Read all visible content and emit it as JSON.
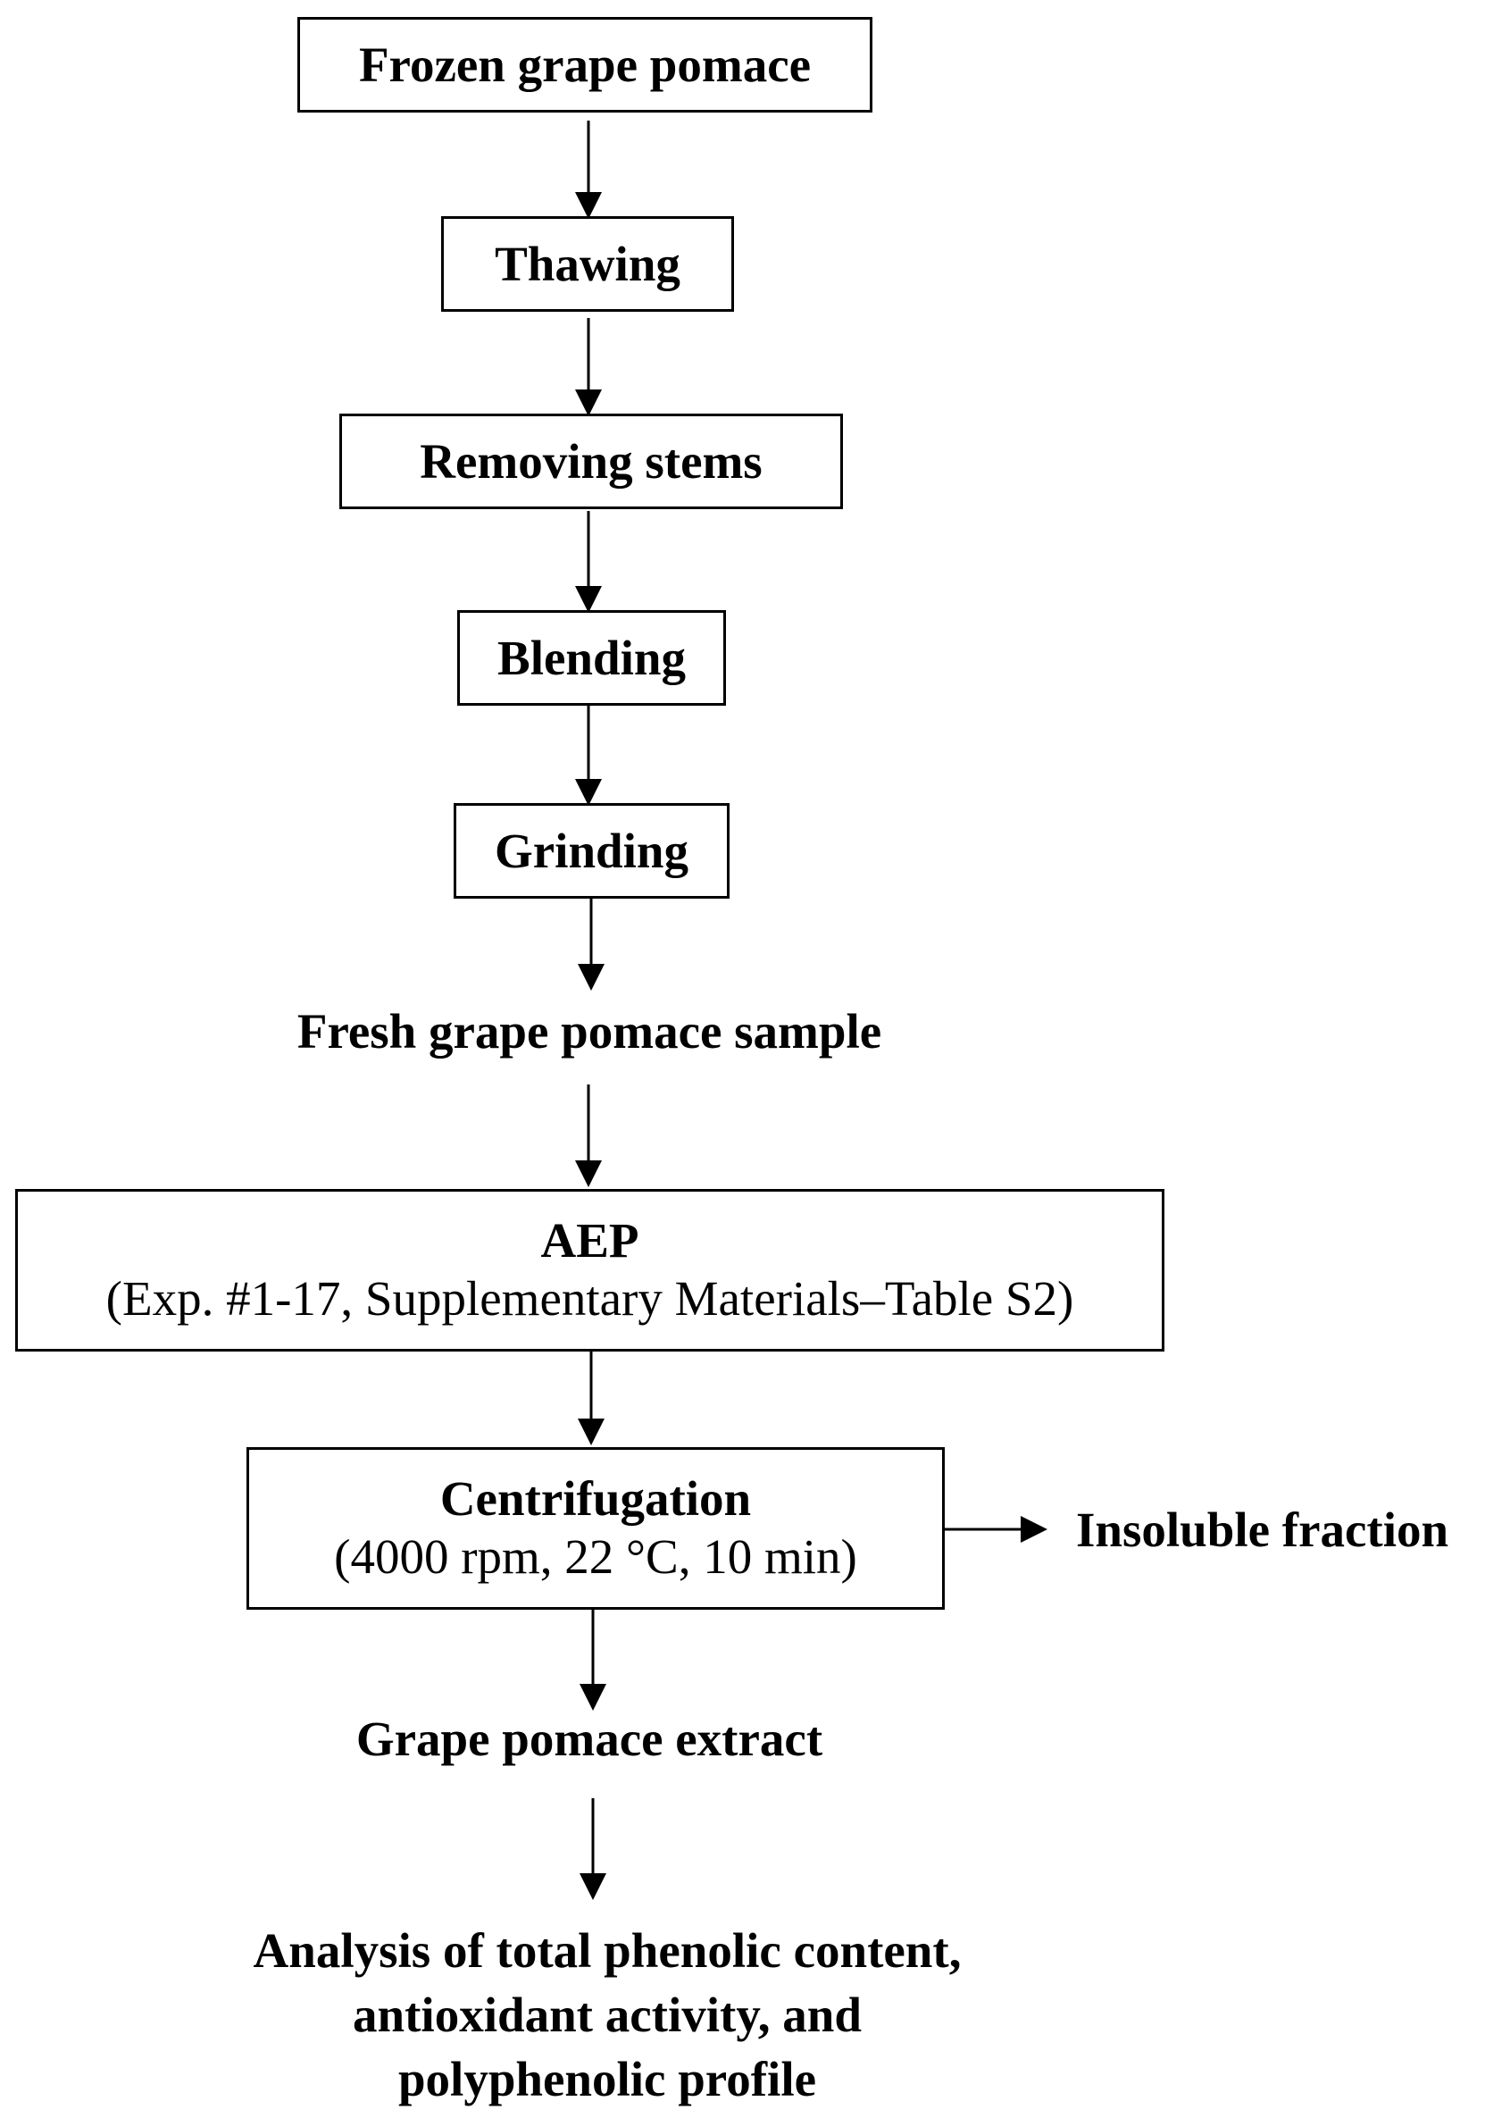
{
  "diagram": {
    "steps": {
      "frozen": "Frozen grape pomace",
      "thawing": "Thawing",
      "removing": "Removing stems",
      "blending": "Blending",
      "grinding": "Grinding",
      "fresh_sample": "Fresh grape pomace sample",
      "aep_title": "AEP",
      "aep_detail": "(Exp. #1-17, Supplementary Materials–Table S2)",
      "centrifugation_title": "Centrifugation",
      "centrifugation_detail": "(4000 rpm, 22 °C, 10 min)",
      "insoluble": "Insoluble fraction",
      "extract": "Grape pomace extract",
      "analysis_line1": "Analysis of total phenolic content,",
      "analysis_line2": "antioxidant activity, and",
      "analysis_line3": "polyphenolic profile"
    },
    "edges": [
      {
        "from": "frozen",
        "to": "thawing"
      },
      {
        "from": "thawing",
        "to": "removing"
      },
      {
        "from": "removing",
        "to": "blending"
      },
      {
        "from": "blending",
        "to": "grinding"
      },
      {
        "from": "grinding",
        "to": "fresh_sample"
      },
      {
        "from": "fresh_sample",
        "to": "aep"
      },
      {
        "from": "aep",
        "to": "centrifugation"
      },
      {
        "from": "centrifugation",
        "to": "insoluble"
      },
      {
        "from": "centrifugation",
        "to": "extract"
      },
      {
        "from": "extract",
        "to": "analysis"
      }
    ]
  }
}
